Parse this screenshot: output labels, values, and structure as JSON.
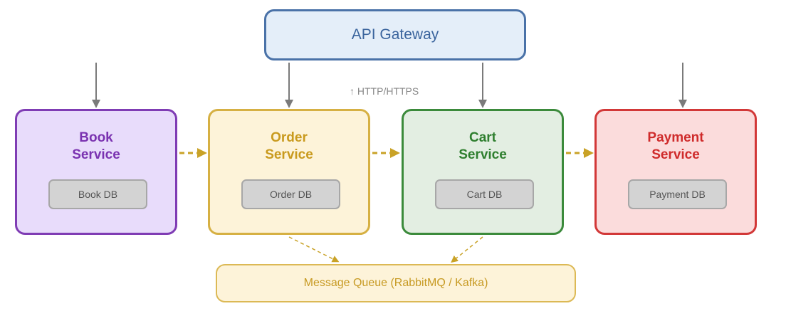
{
  "gateway": {
    "label": "API Gateway"
  },
  "protocol_label": "↑ HTTP/HTTPS",
  "services": [
    {
      "title": "Book\nService",
      "db": "Book DB",
      "color": "#7f3cb4"
    },
    {
      "title": "Order\nService",
      "db": "Order DB",
      "color": "#d6b043"
    },
    {
      "title": "Cart\nService",
      "db": "Cart DB",
      "color": "#3b8a3b"
    },
    {
      "title": "Payment\nService",
      "db": "Payment DB",
      "color": "#d23838"
    }
  ],
  "message_queue": {
    "label": "Message Queue (RabbitMQ / Kafka)",
    "color": "#c9a227"
  },
  "colors": {
    "arrow_gray": "#7a7a7a",
    "dashed_arrow": "#c9a227"
  }
}
